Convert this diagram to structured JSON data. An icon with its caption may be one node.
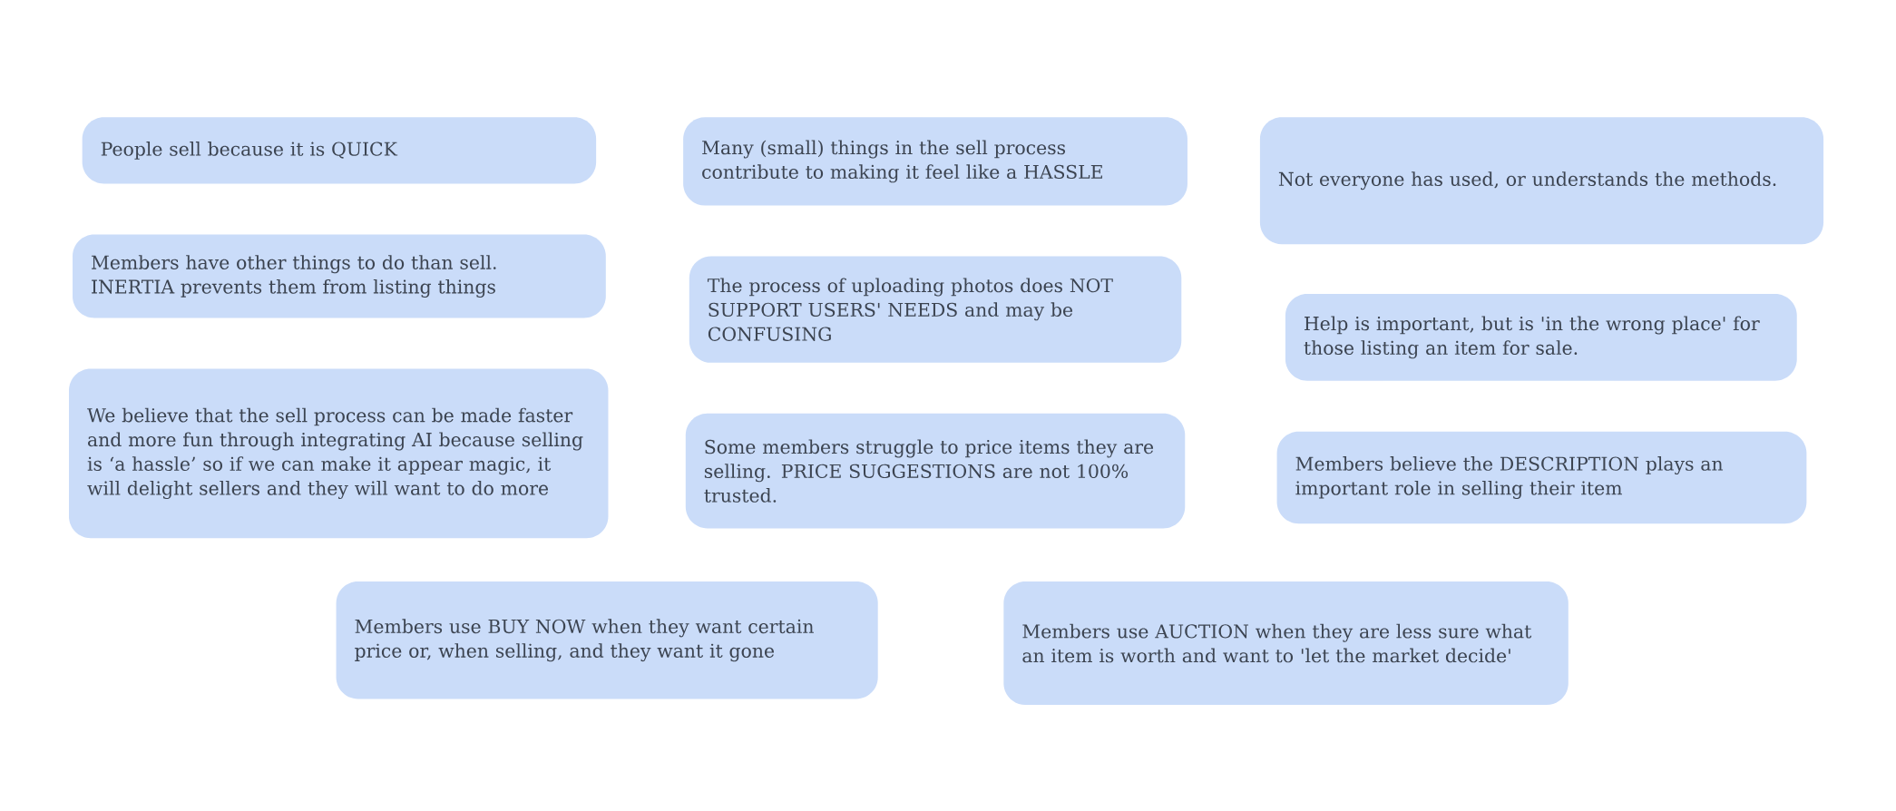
{
  "diagram": {
    "nodes": [
      {
        "text": [
          "People sell because it is QUICK"
        ]
      },
      {
        "text": [
          "Many (small) things in the sell process contribute to making it feel like a HASSLE"
        ]
      },
      {
        "text": [
          "Not everyone has used, or understands the methods."
        ]
      },
      {
        "text": [
          "Members have other things to do than sell. INERTIA prevents them from listing things"
        ]
      },
      {
        "text": [
          "The process of uploading photos does NOT SUPPORT USERS' NEEDS and may be CONFUSING"
        ]
      },
      {
        "text": [
          "Help is important, but is 'in the wrong place' for those listing an item for sale."
        ]
      },
      {
        "text": [
          "We believe that the sell process can be made faster and more fun through integrating AI because selling is ‘a hassle’ so if we can make it appear magic, it will delight sellers and they will want to do more"
        ]
      },
      {
        "text": [
          "Some members struggle to price items they are selling. PRICE SUGGESTIONS are not 100% trusted."
        ]
      },
      {
        "text": [
          "Members believe the DESCRIPTION plays an important role in selling their item"
        ]
      },
      {
        "text": [
          "Members use BUY NOW when they want certain price or, when selling, and they want it gone"
        ]
      },
      {
        "text": [
          "Members use AUCTION when they are less sure what an item is worth and want to 'let the market decide'"
        ]
      }
    ]
  }
}
